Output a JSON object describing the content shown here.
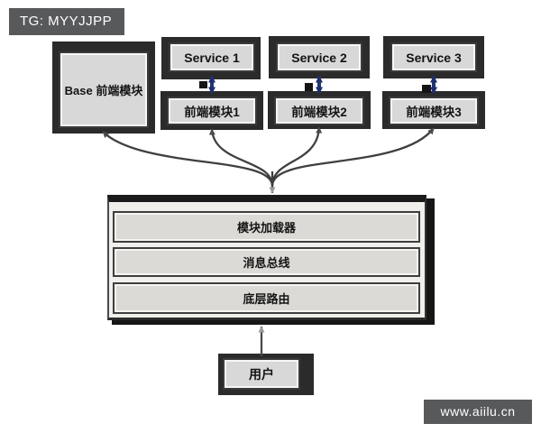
{
  "badges": {
    "tg": "TG: MYYJJPP",
    "site": "www.aiilu.cn"
  },
  "diagram": {
    "base_module": "Base 前端模块",
    "services": [
      "Service 1",
      "Service 2",
      "Service 3"
    ],
    "frontend_modules": [
      "前端模块1",
      "前端模块2",
      "前端模块3"
    ],
    "platform_layers": [
      "模块加载器",
      "消息总线",
      "底层路由"
    ],
    "user": "用户"
  },
  "colors": {
    "badge_bg": "#58595b",
    "box_face": "#d8d8d8",
    "box_shadow": "#2b2b2b",
    "platform_face": "#f1efec",
    "layer_face": "#dcdad6",
    "connector_gray": "#3f3f3f",
    "sync_arrow_blue": "#1d2f6e"
  }
}
